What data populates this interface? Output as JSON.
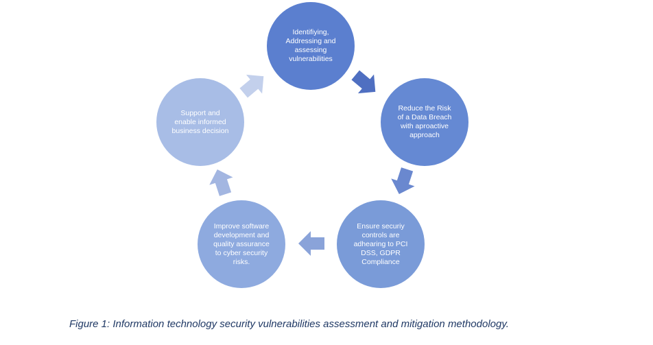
{
  "diagram": {
    "nodes": [
      {
        "id": "identify",
        "text": "Identifiying,\nAddressing and\nassessing\nvulnerabilities",
        "color": "#5b7fcf"
      },
      {
        "id": "reduce",
        "text": "Reduce the Risk\nof a Data Breach\nwith aproactive\napproach",
        "color": "#6589d3"
      },
      {
        "id": "ensure",
        "text": "Ensure securiy\ncontrols are\nadhearing to PCI\nDSS, GDPR\nCompliance",
        "color": "#7a9bd8"
      },
      {
        "id": "improve",
        "text": "Improve software\ndevelopment and\nquality assurance\nto cyber security\nrisks.",
        "color": "#8eaadf"
      },
      {
        "id": "support",
        "text": "Support and\nenable informed\nbusiness decision",
        "color": "#a8bde6"
      }
    ],
    "arrows": [
      {
        "from": "identify",
        "to": "reduce",
        "color": "#4f6fc1"
      },
      {
        "from": "reduce",
        "to": "ensure",
        "color": "#6a88cf"
      },
      {
        "from": "ensure",
        "to": "improve",
        "color": "#8aa3d9"
      },
      {
        "from": "improve",
        "to": "support",
        "color": "#a3b6e1"
      },
      {
        "from": "support",
        "to": "identify",
        "color": "#c3d0ec"
      }
    ]
  },
  "caption": "Figure 1: Information technology security vulnerabilities assessment and mitigation methodology."
}
